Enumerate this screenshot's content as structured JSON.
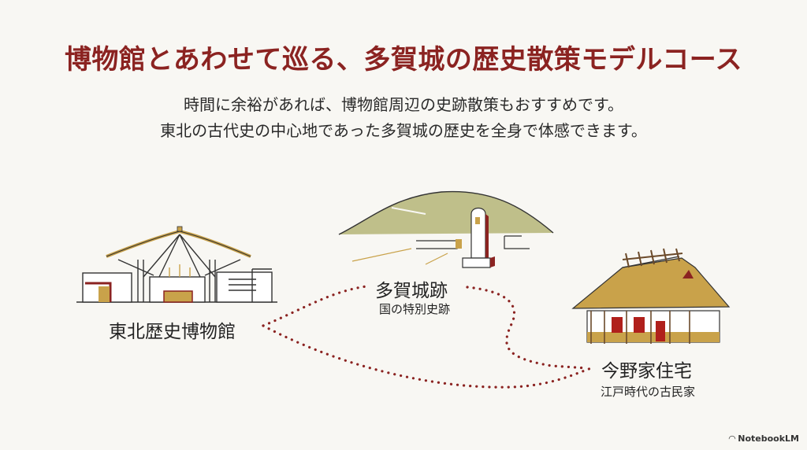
{
  "title": "博物館とあわせて巡る、多賀城の歴史散策モデルコース",
  "lead": [
    "時間に余裕があれば、博物館周辺の史跡散策もおすすめです。",
    "東北の古代史の中心地であった多賀城の歴史を全身で体感できます。"
  ],
  "places": [
    {
      "name": "東北歴史博物館",
      "sub": "",
      "icon": "museum-building-icon"
    },
    {
      "name": "多賀城跡",
      "sub": "国の特別史跡",
      "icon": "castle-ruins-monument-icon"
    },
    {
      "name": "今野家住宅",
      "sub": "江戸時代の古民家",
      "icon": "thatched-farmhouse-icon"
    }
  ],
  "colors": {
    "accent": "#8b2321",
    "path_dots": "#8b2321",
    "hill": "#bfbf8a",
    "thatch": "#c9a24a",
    "background": "#f8f7f3"
  },
  "brand": {
    "label": "NotebookLM"
  }
}
